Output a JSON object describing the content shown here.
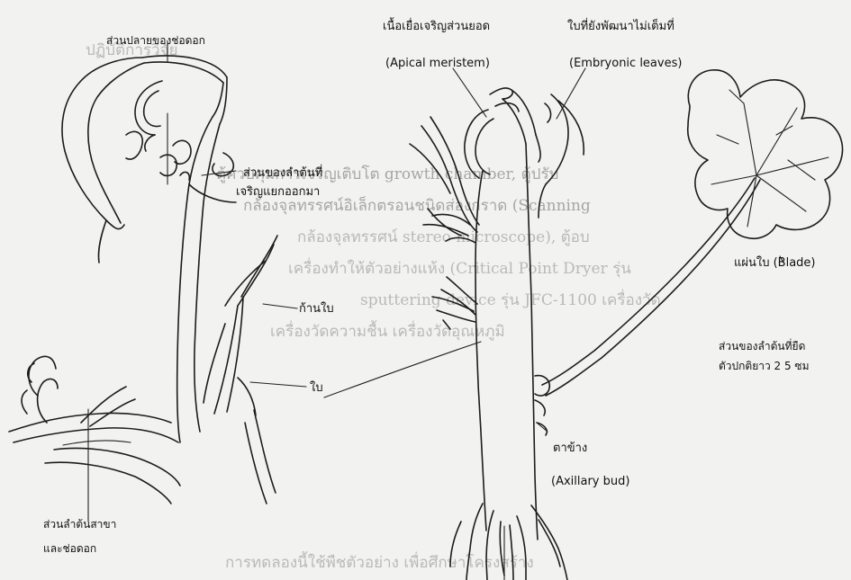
{
  "labels": {
    "left_shoot_tip": "ส่วนปลายของช่อดอก",
    "left_shoot_branch_l1": "ส่วนของลำต้นที่",
    "left_shoot_branch_l2": "เจริญแยกออกมา",
    "petiole": "ก้านใบ",
    "leaf": "ใบ",
    "left_stem_l1": "ส่วนลำต้นสาขา",
    "left_stem_l2": "และช่อดอก",
    "apical_meristem_th": "เนื้อเยื่อเจริญส่วนยอด",
    "apical_meristem_en": "(Apical meristem)",
    "embryonic_leaves_th": "ใบที่ยังพัฒนาไม่เต็มที่",
    "embryonic_leaves_en": "(Embryonic leaves)",
    "blade": "แผ่นใบ (Blade)",
    "stem_part_l1": "ส่วนของลำต้นที่ยืด",
    "stem_part_l2": "ตัวปกติยาว 2 5 ซม",
    "axillary_bud_th": "ตาข้าง",
    "axillary_bud_en": "(Axillary bud)"
  },
  "background_text": {
    "line1": "ปฏิบัติการวิจัย",
    "line2": "ตู้ควบคุมการเจริญเติบโต growth chamber, ตู้ปรับ",
    "line3": "กล้องจุลทรรศน์อิเล็กตรอนชนิดส่องกราด (Scanning",
    "line4": "กล้องจุลทรรศน์ stereo microscope), ตู้อบ",
    "line5": "เครื่องทำให้ตัวอย่างแห้ง (Critical Point Dryer รุ่น",
    "line6": "sputtering device รุ่น JFC-1100 เครื่องวัด",
    "line7": "เครื่องวัดความชื้น เครื่องวัดอุณหภูมิ",
    "line8": "การทดลองนี้ใช้พืชตัวอย่าง เพื่อศึกษาโครงสร้าง"
  }
}
